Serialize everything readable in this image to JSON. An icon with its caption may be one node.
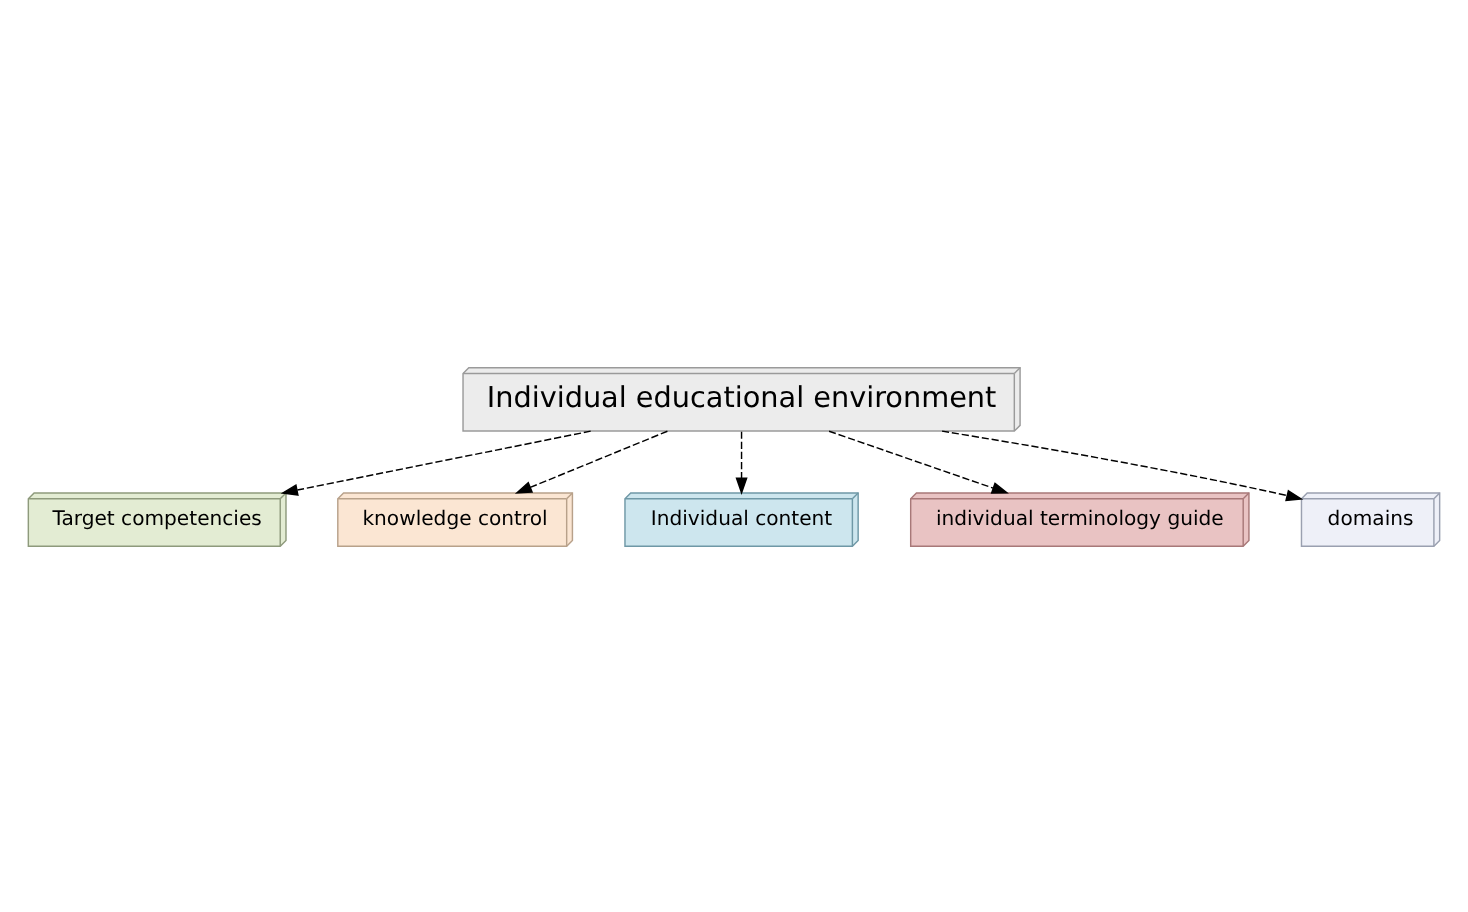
{
  "diagram": {
    "nodes": [
      {
        "text": [
          "Individual educational environment"
        ]
      },
      {
        "text": [
          "Target competencies"
        ]
      },
      {
        "text": [
          "knowledge control"
        ]
      },
      {
        "text": [
          "Individual content"
        ]
      },
      {
        "text": [
          "individual terminology guide"
        ]
      },
      {
        "text": [
          "domains"
        ]
      }
    ],
    "edges": [
      {
        "from": 0,
        "to": 1,
        "arrow": "to",
        "style": "dashed"
      },
      {
        "from": 0,
        "to": 2,
        "arrow": "to",
        "style": "dashed"
      },
      {
        "from": 0,
        "to": 3,
        "arrow": "to",
        "style": "dashed"
      },
      {
        "from": 0,
        "to": 4,
        "arrow": "to",
        "style": "dashed"
      },
      {
        "from": 0,
        "to": 5,
        "arrow": "to",
        "style": "dashed"
      }
    ]
  }
}
